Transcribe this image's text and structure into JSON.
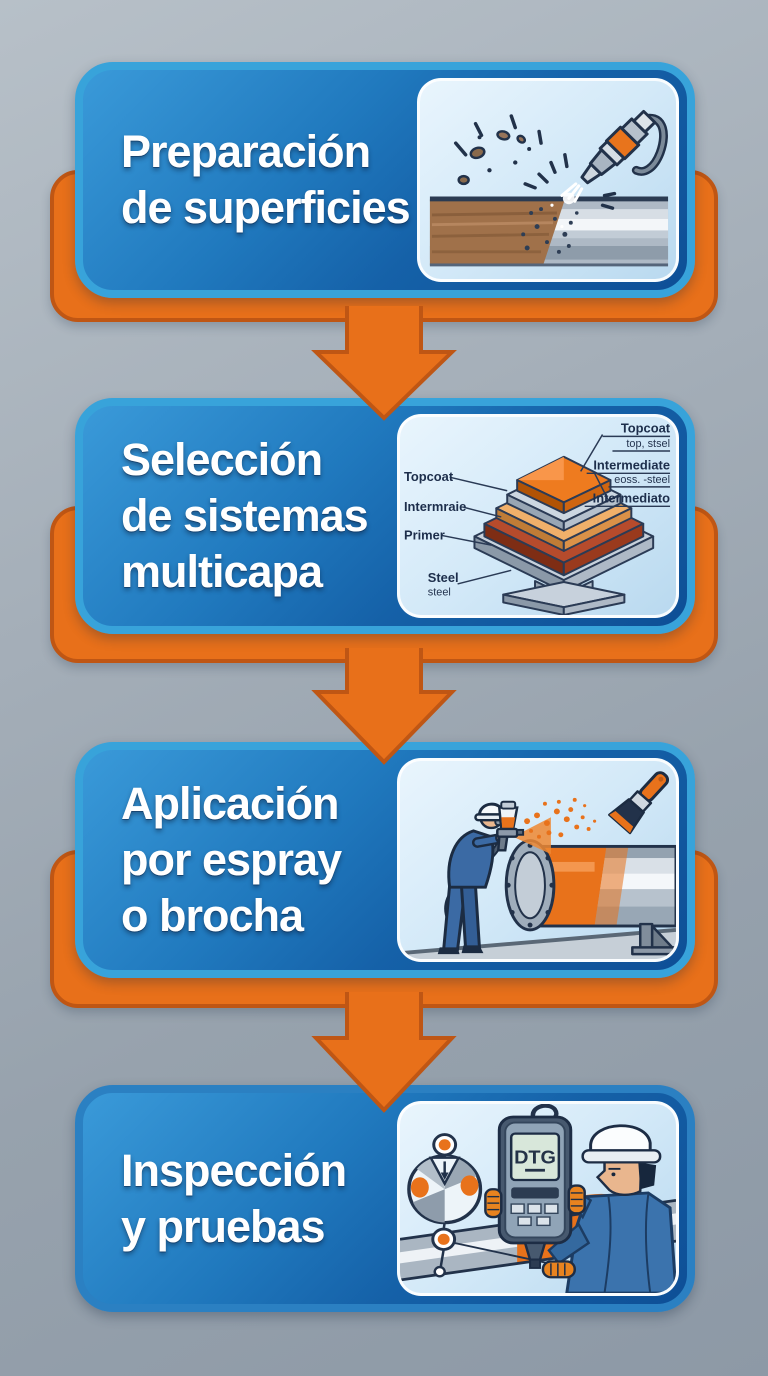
{
  "infographic": {
    "colors": {
      "accent_orange": "#e8701a",
      "accent_orange_dark": "#bf5614",
      "box_border_blue": "#38a3da",
      "box_border_blue_last": "#2b80c2",
      "box_fill_dark_blue": "#0e4f96",
      "panel_light_blue": "#d3e9f8",
      "background_gray": "#9aa5b0",
      "title_text": "#ffffff"
    },
    "steps": [
      {
        "id": "preparacion-de-superficies",
        "title_lines": [
          "Preparación",
          "de superficies"
        ],
        "illustration": "abrasive-blast-cleaning"
      },
      {
        "id": "seleccion-de-sistemas-multicapa",
        "title_lines": [
          "Selección",
          "de sistemas",
          "multicapa"
        ],
        "illustration": "multilayer-coating-stack",
        "diagram_labels": {
          "left": [
            {
              "label": "Topcoat"
            },
            {
              "label": "Intermraie"
            },
            {
              "label": "Primer"
            },
            {
              "label": "Steel",
              "sub": "steel"
            }
          ],
          "right": [
            {
              "label": "Topcoat",
              "sub": "top, stsel"
            },
            {
              "label": "Intermediate",
              "sub": "eoss. -steel"
            },
            {
              "label": "Intermediato"
            }
          ]
        }
      },
      {
        "id": "aplicacion-por-espray-o-brocha",
        "title_lines": [
          "Aplicación",
          "por espray",
          "o brocha"
        ],
        "illustration": "spray-painting-pipe"
      },
      {
        "id": "inspeccion-y-pruebas",
        "title_lines": [
          "Inspección",
          "y pruebas"
        ],
        "illustration": "coating-thickness-inspection",
        "device_label": "DTG"
      }
    ]
  }
}
